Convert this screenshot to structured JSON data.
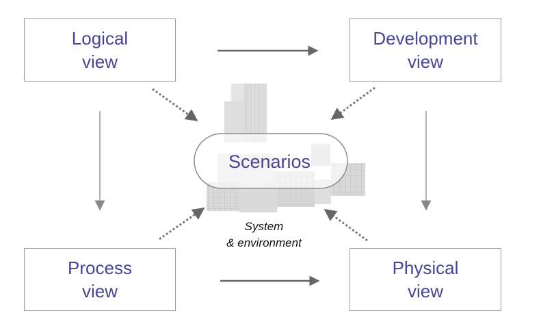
{
  "views": {
    "logical": [
      "Logical",
      "view"
    ],
    "development": [
      "Development",
      "view"
    ],
    "process": [
      "Process",
      "view"
    ],
    "physical": [
      "Physical",
      "view"
    ]
  },
  "center": {
    "label": "Scenarios",
    "caption_line1": "System",
    "caption_line2": "& environment"
  },
  "colors": {
    "view_text": "#4a4496",
    "box_border": "#9a9a9a",
    "arrow": "#666666",
    "building": "#d6d6d6"
  }
}
